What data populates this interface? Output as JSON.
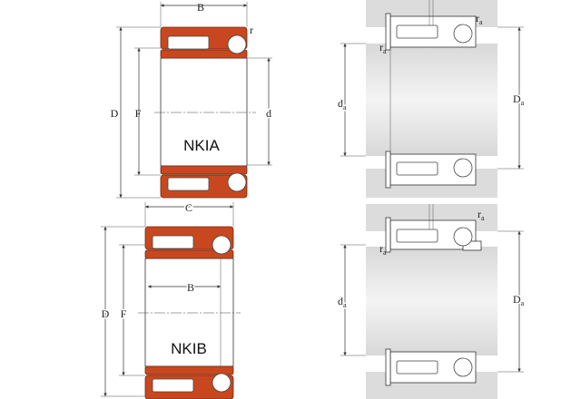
{
  "colors": {
    "ring": "#c9471f",
    "housing": "#dcdcdc",
    "shaft": "#ececec"
  },
  "nkia": {
    "model": "NKIA",
    "width": "B",
    "radius": "r",
    "outer_dia": "D",
    "raceway_dia": "F",
    "bore": "d"
  },
  "nkib": {
    "model": "NKIB",
    "total_width": "C",
    "width": "B",
    "outer_dia": "D",
    "raceway_dia": "F"
  },
  "mount_a": {
    "r": "r",
    "r_sub": "a",
    "r2": "r",
    "r2_sub": "a",
    "d": "d",
    "d_sub": "a",
    "D": "D",
    "D_sub": "a"
  },
  "mount_b": {
    "r": "r",
    "r_sub": "a",
    "r2": "r",
    "r2_sub": "a",
    "d": "d",
    "d_sub": "a",
    "D": "D",
    "D_sub": "a"
  }
}
